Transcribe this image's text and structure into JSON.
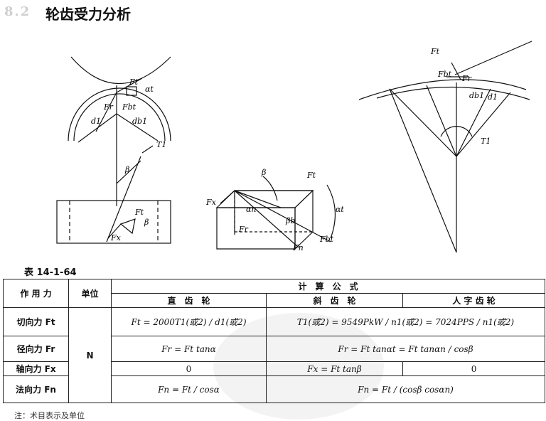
{
  "header": {
    "section_number": "8.2",
    "title": "轮齿受力分析"
  },
  "diagram_labels": {
    "ft": "Ft",
    "fr": "Fr",
    "fbt": "Fbt",
    "alpha_t": "αt",
    "d1": "d1",
    "db1": "db1",
    "t1": "T1",
    "beta": "β",
    "fx": "Fx",
    "alpha_n": "αn",
    "beta_b": "βb",
    "fn": "Fn"
  },
  "table": {
    "label": "表 14-1-64",
    "headers": {
      "force": "作 用 力",
      "unit": "单位",
      "formula_group": "计　算　公　式",
      "spur": "直　齿　轮",
      "helical": "斜　齿　轮",
      "herringbone": "人 字 齿 轮"
    },
    "rows": {
      "tangential": "切向力 Ft",
      "radial": "径向力 Fr",
      "axial": "轴向力 Fx",
      "normal": "法向力 Fn"
    },
    "unit_value": "N",
    "formulas": {
      "tangential_spur": "Ft = 2000T1(或2) / d1(或2)",
      "tangential_helical": "T1(或2) = 9549PkW / n1(或2) = 7024PPS / n1(或2)",
      "radial_spur": "Fr = Ft tanα",
      "radial_helical": "Fr = Ft tanαt = Ft tanαn / cosβ",
      "axial_spur": "0",
      "axial_helical": "Fx = Ft tanβ",
      "axial_herringbone": "0",
      "normal_spur": "Fn = Ft / cosα",
      "normal_helical": "Fn = Ft / (cosβ cosαn)"
    },
    "note": "注：术目表示及单位"
  }
}
